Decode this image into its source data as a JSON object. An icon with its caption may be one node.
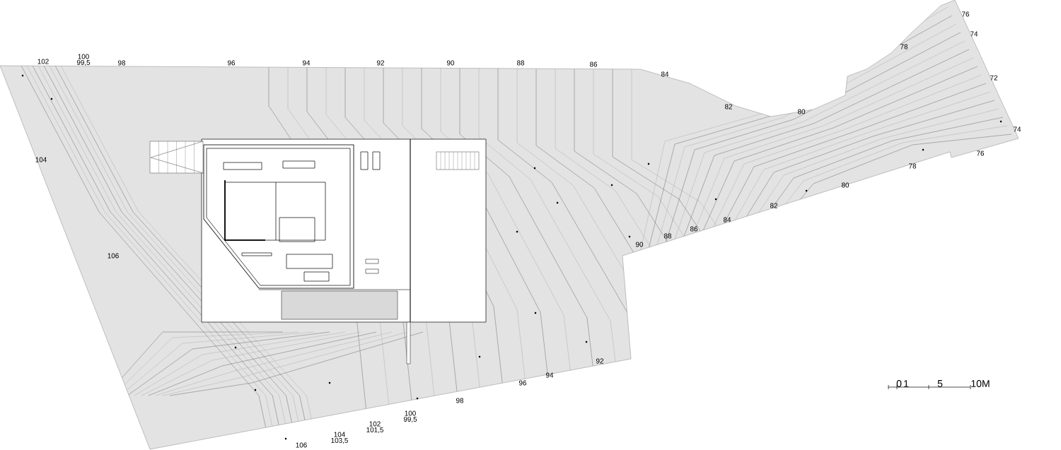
{
  "diagram": {
    "labels": [
      "102",
      "100",
      "99,5",
      "98",
      "96",
      "94",
      "92",
      "90",
      "88",
      "86",
      "84",
      "82",
      "80",
      "78",
      "76",
      "74",
      "72",
      "74",
      "76",
      "78",
      "80",
      "82",
      "84",
      "86",
      "88",
      "90",
      "104",
      "106",
      "92",
      "94",
      "96",
      "98",
      "100",
      "99,5",
      "102",
      "101,5",
      "104",
      "103,5",
      "106",
      "0",
      "1",
      "5",
      "10M"
    ]
  }
}
